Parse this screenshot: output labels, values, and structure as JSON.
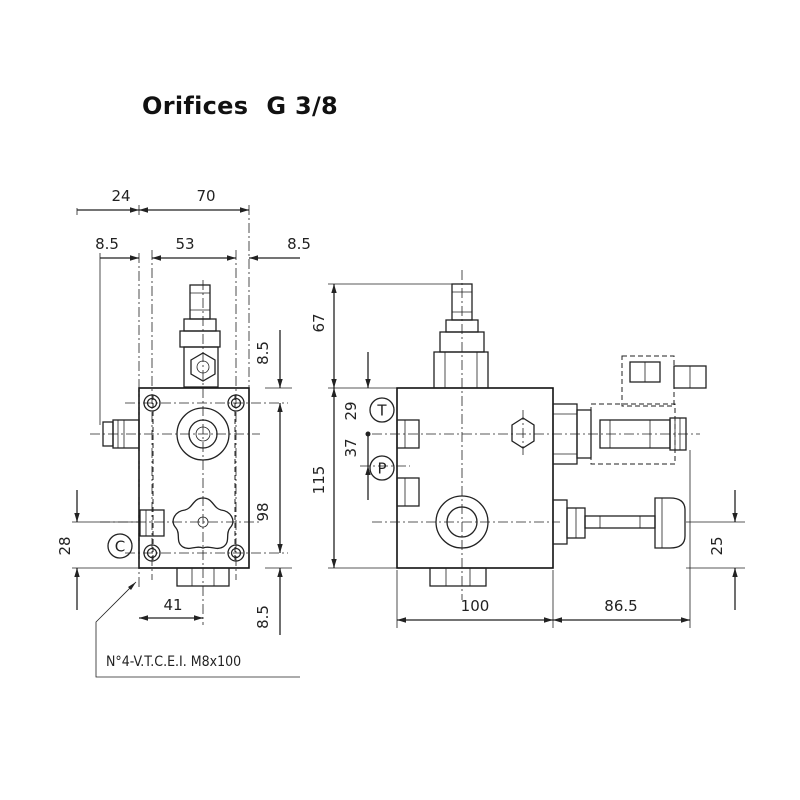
{
  "title": {
    "word": "Orifices",
    "thread": "G 3/8"
  },
  "front_view": {
    "dims": {
      "top_offset": "24",
      "top_width": "70",
      "left_margin": "8.5",
      "hole_spacing": "53",
      "right_margin": "8.5",
      "upper_hole_offset": "8.5",
      "body_height": "98",
      "port_c_height": "28",
      "port_c_x": "41",
      "lower_hole_offset": "8.5"
    },
    "port_label": "C",
    "note": "N°4-V.T.C.E.I. M8x100"
  },
  "side_view": {
    "dims": {
      "cartridge_height": "67",
      "port_t_height": "29",
      "port_p_height": "37",
      "total_height": "115",
      "body_width": "100",
      "valve_projection": "86.5",
      "relief_height": "25"
    },
    "port_labels": {
      "t": "T",
      "p": "P"
    }
  }
}
